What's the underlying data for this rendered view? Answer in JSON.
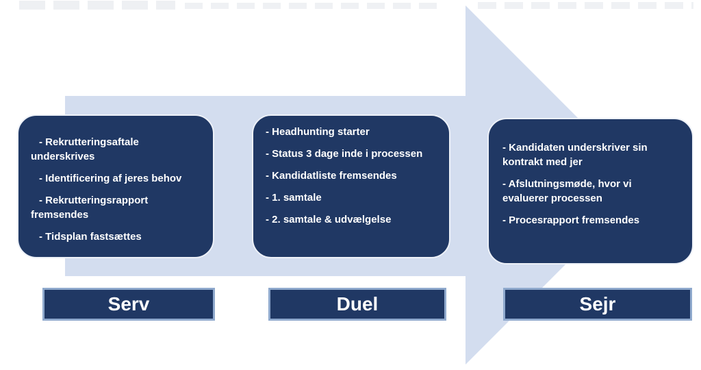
{
  "colors": {
    "navy": "#203864",
    "arrow_fill": "#d3ddef",
    "label_border": "#8fa9cd",
    "card_border": "#edf1f8",
    "text": "#ffffff"
  },
  "icons": {
    "arrow": "right-block-arrow"
  },
  "stages": [
    {
      "label": "Serv",
      "items": [
        "- Rekrutteringsaftale underskrives",
        "- Identificering af jeres behov",
        "- Rekrutteringsrapport fremsendes",
        "- Tidsplan fastsættes"
      ]
    },
    {
      "label": "Duel",
      "items": [
        "- Headhunting starter",
        "- Status 3 dage inde i processen",
        "- Kandidatliste fremsendes",
        "- 1. samtale",
        "- 2. samtale & udvælgelse"
      ]
    },
    {
      "label": "Sejr",
      "items": [
        "- Kandidaten underskriver sin kontrakt med jer",
        "- Afslutningsmøde, hvor vi evaluerer processen",
        "- Procesrapport fremsendes"
      ]
    }
  ]
}
